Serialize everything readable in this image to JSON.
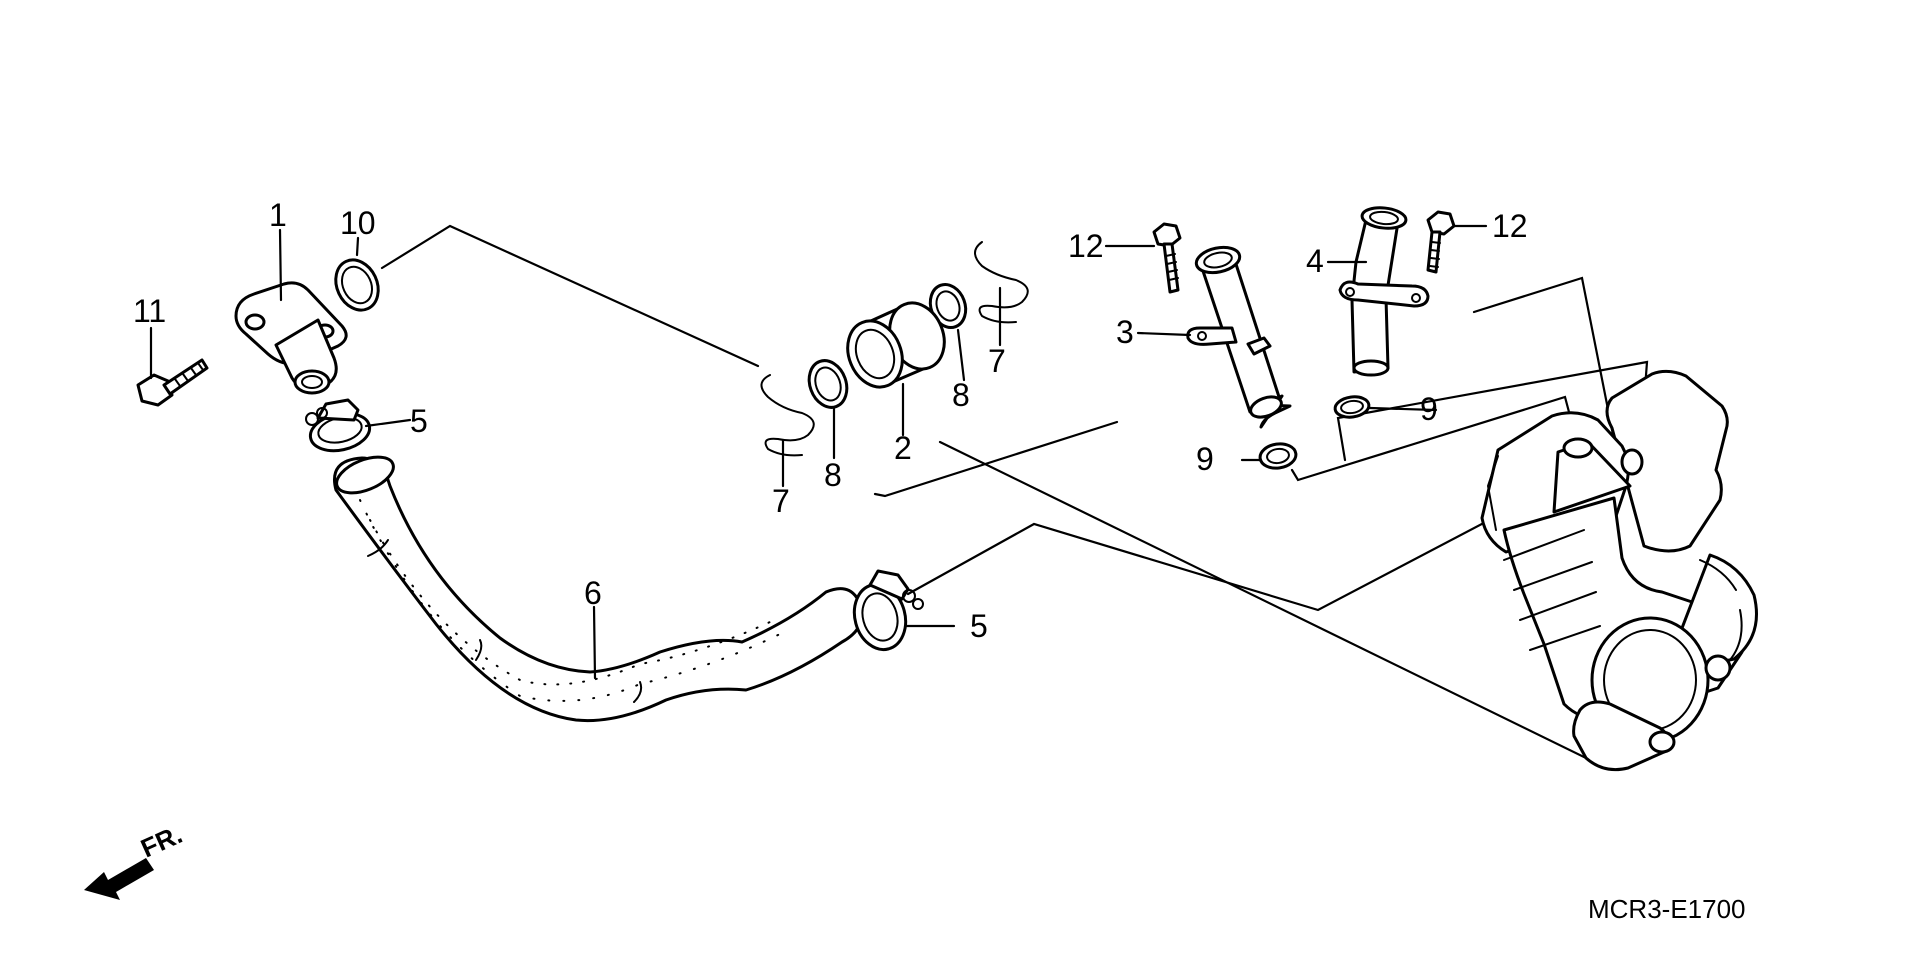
{
  "diagram": {
    "catalog_code": "MCR3-E1700",
    "direction_label": "FR.",
    "callouts": [
      {
        "id": "1",
        "text": "1"
      },
      {
        "id": "2",
        "text": "2"
      },
      {
        "id": "3",
        "text": "3"
      },
      {
        "id": "4",
        "text": "4"
      },
      {
        "id": "5a",
        "text": "5"
      },
      {
        "id": "5b",
        "text": "5"
      },
      {
        "id": "6",
        "text": "6"
      },
      {
        "id": "7a",
        "text": "7"
      },
      {
        "id": "7b",
        "text": "7"
      },
      {
        "id": "8a",
        "text": "8"
      },
      {
        "id": "8b",
        "text": "8"
      },
      {
        "id": "9a",
        "text": "9"
      },
      {
        "id": "9b",
        "text": "9"
      },
      {
        "id": "10",
        "text": "10"
      },
      {
        "id": "11",
        "text": "11"
      },
      {
        "id": "12a",
        "text": "12"
      },
      {
        "id": "12b",
        "text": "12"
      }
    ]
  }
}
